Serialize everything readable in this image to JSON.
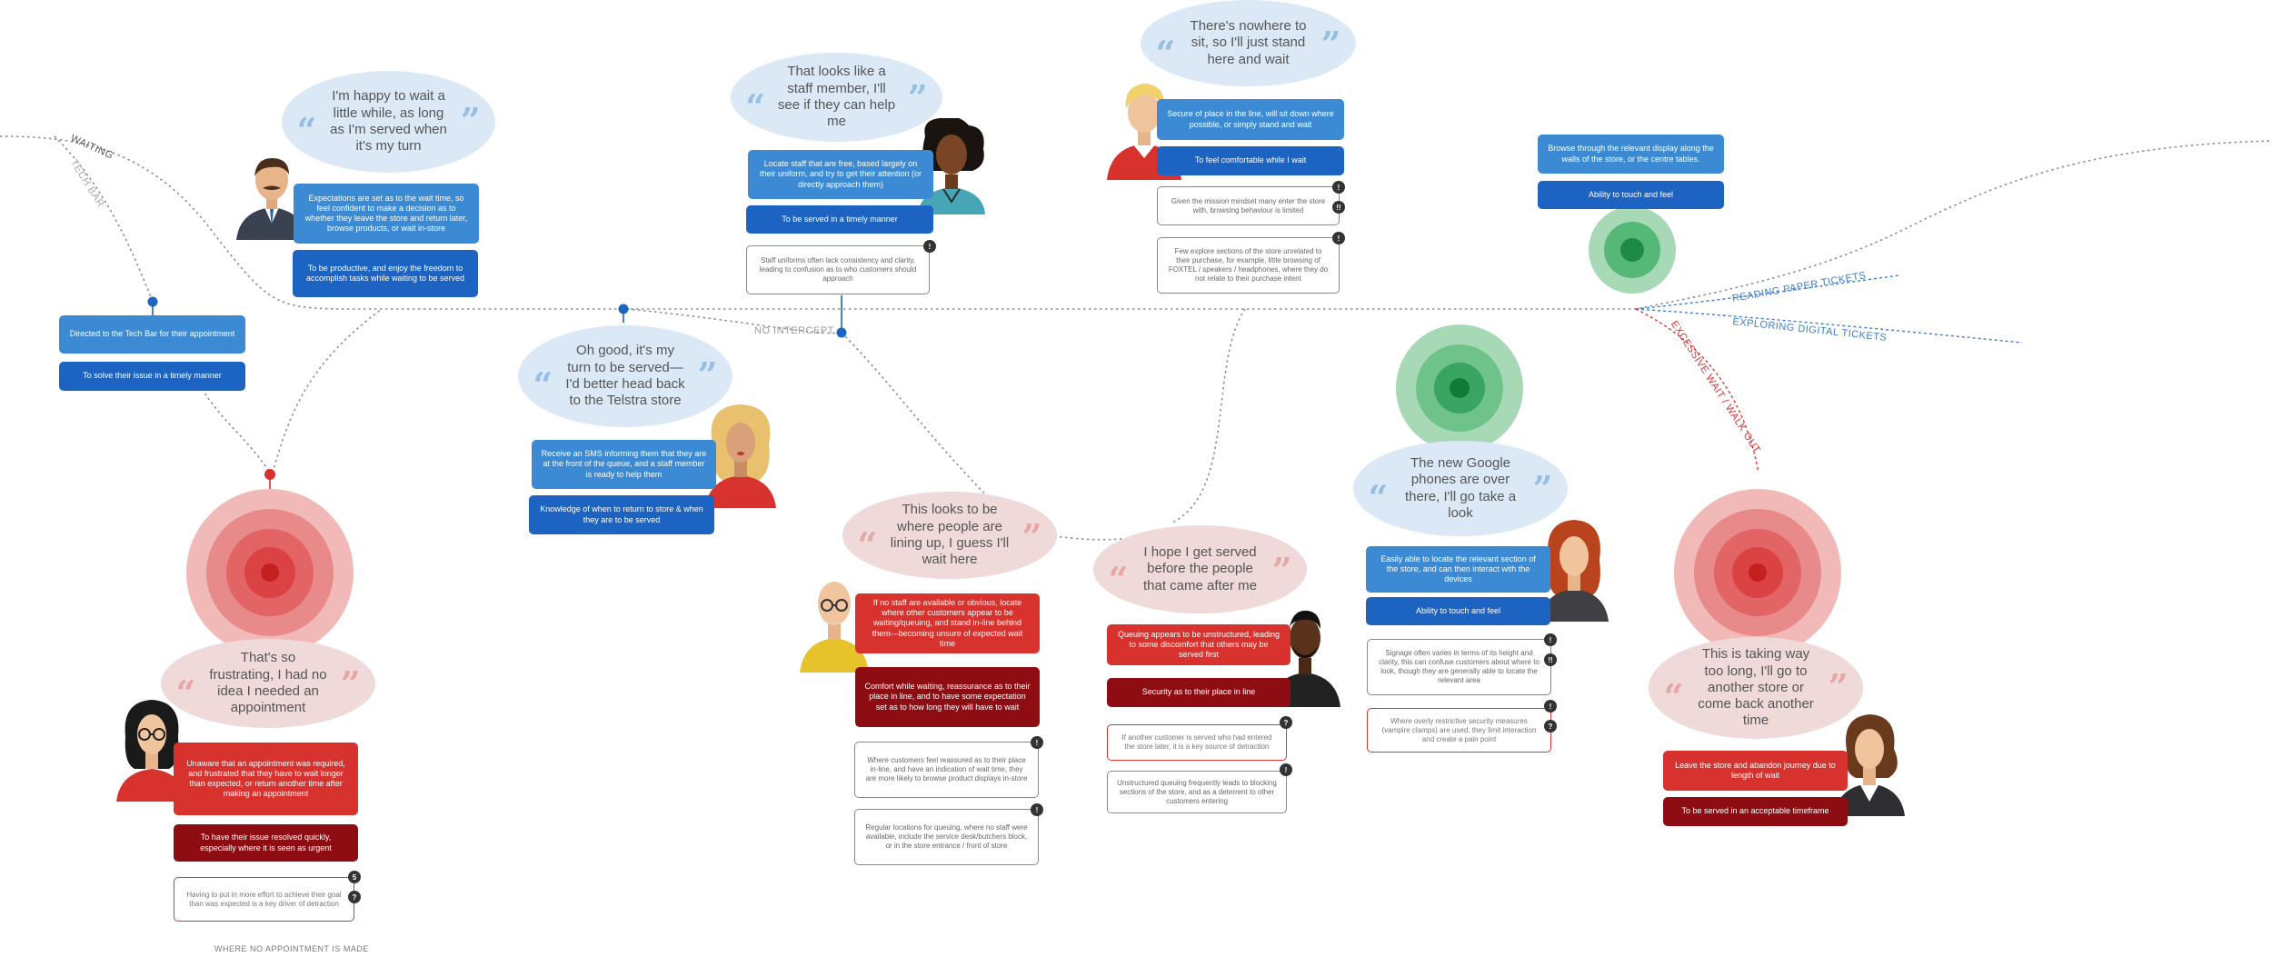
{
  "paths": {
    "waiting": "WAITING",
    "tech_bar": "TECH BAR",
    "no_intercept": "NO INTERCEPT",
    "reading_paper_tickets": "READING PAPER TICKETS",
    "exploring_digital_tickets": "EXPLORING DIGITAL TICKETS",
    "excessive_wait": "EXCESSIVE WAIT / WALK OUT",
    "no_appointment": "WHERE NO APPOINTMENT IS MADE"
  },
  "moments": {
    "wait": {
      "quote": "I'm happy to wait a little while, as long as I'm served when it's my turn",
      "need": "Expectations are set as to the wait time, so feel confident to make a decision as to whether they leave the store and return later, browse products, or wait in-store",
      "goal": "To be productive, and enjoy the freedom to accomplish tasks while waiting to be served"
    },
    "staff": {
      "quote": "That looks like a staff member, I'll see if they can help me",
      "need": "Locate staff that are free, based largely on their uniform, and try to get their attention (or directly approach them)",
      "goal": "To be served in a timely manner",
      "pain": "Staff uniforms often lack consistency and clarity, leading to confusion as to who customers should approach",
      "pain_badge": "!"
    },
    "stand": {
      "quote": "There's nowhere to sit, so I'll just stand here and wait",
      "need": "Secure of place in the line, will sit down where possible, or simply stand and wait",
      "goal": "To feel comfortable while I wait",
      "pain1": "Given the mission mindset many enter the store with, browsing behaviour is limited",
      "pain1_badges": [
        "!",
        "!!"
      ],
      "pain2": "Few explore sections of the store unrelated to their purchase, for example, little browsing of FOXTEL / speakers / headphones, where they do not relate to their purchase intent",
      "pain2_badge": "!"
    },
    "browse": {
      "need": "Browse through the relevant display along the walls of the store, or the centre tables.",
      "goal": "Ability to touch and feel"
    },
    "techbar": {
      "need": "Directed to the Tech Bar for their appointment",
      "goal": "To solve their issue in a timely manner"
    },
    "myturn": {
      "quote": "Oh good, it's my turn to be served—I'd better head back to the Telstra store",
      "need": "Receive an SMS informing them that they are at the front of the queue, and a staff member is ready to help them",
      "goal": "Knowledge of when to return to store & when they are to be served"
    },
    "google": {
      "quote": "The new Google phones are over there, I'll go take a look",
      "need": "Easily able to locate the relevant section of the store, and can then interact with the devices",
      "goal": "Ability to touch and feel",
      "pain1": "Signage often varies in terms of its height and clarity, this can confuse customers about where to look, though they are generally able to locate the relevant area",
      "pain1_badges": [
        "!",
        "!!"
      ],
      "pain2": "Where overly restrictive security measures (vampire clamps) are used, they limit interaction and create a pain point",
      "pain2_badges": [
        "!",
        "?"
      ]
    },
    "linequeue": {
      "quote": "This looks to be where people are lining up, I guess I'll wait here",
      "need": "If no staff are available or obvious, locate where other customers appear to be waiting/queuing, and stand in-line behind them—becoming unsure of expected wait time",
      "goal": "Comfort while waiting, reassurance as to their place in line, and to have some expectation set as to how long they will have to wait",
      "pain1": "Where customers feel reassured as to their place in-line, and have an indication of wait time, they are more likely to browse product displays in-store",
      "pain1_badge": "!",
      "pain2": "Regular locations for queuing, where no staff were available, include the service desk/butchers block, or in the store entrance / front of store",
      "pain2_badge": "!"
    },
    "served": {
      "quote": "I hope I get served before the people that came after me",
      "need": "Queuing appears to be unstructured, leading to some discomfort that others may be served first",
      "goal": "Security as to their place in line",
      "pain1": "If another customer is served who had entered the store later, it is a key source of detraction",
      "pain1_badge": "?",
      "pain2": "Unstructured queuing frequently leads to blocking sections of the store, and as a deterrent to other customers entering",
      "pain2_badge": "!"
    },
    "frustrated": {
      "quote": "That's so frustrating, I had no idea I needed an appointment",
      "need": "Unaware that an appointment was required, and frustrated that they have to wait longer than expected, or return another time after making an appointment",
      "goal": "To have their issue resolved quickly, especially where it is seen as urgent",
      "pain": "Having to put in more effort to achieve their goal than was expected is a key driver of detraction",
      "pain_badges": [
        "5",
        "?"
      ]
    },
    "walkout": {
      "quote": "This is taking way too long, I'll go to another store or come back another time",
      "need": "Leave the store and abandon journey due to length of wait",
      "goal": "To be served in an acceptable timeframe"
    }
  },
  "colors": {
    "blue_light": "#3b8ad3",
    "blue_dark": "#1d63c2",
    "red_light": "#d8322f",
    "red_dark": "#8d0d12",
    "positive_target": "#2e9f57",
    "negative_target": "#d8322f"
  }
}
